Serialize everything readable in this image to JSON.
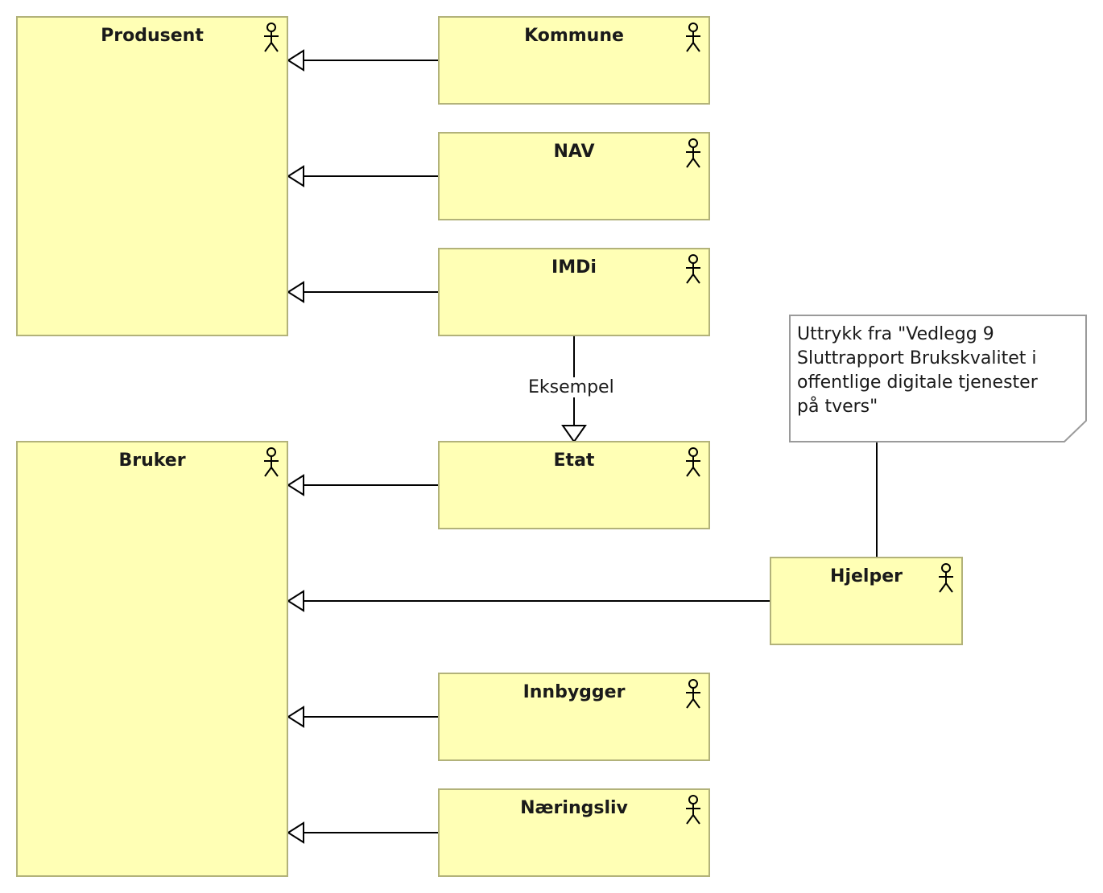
{
  "actors": [
    {
      "id": "produsent",
      "name": "Produsent"
    },
    {
      "id": "kommune",
      "name": "Kommune"
    },
    {
      "id": "nav",
      "name": "NAV"
    },
    {
      "id": "imdi",
      "name": "IMDi"
    },
    {
      "id": "bruker",
      "name": "Bruker"
    },
    {
      "id": "etat",
      "name": "Etat"
    },
    {
      "id": "hjelper",
      "name": "Hjelper"
    },
    {
      "id": "innbygger",
      "name": "Innbygger"
    },
    {
      "id": "naeringsliv",
      "name": "Næringsliv"
    }
  ],
  "relations": [
    {
      "type": "specialization",
      "from": "kommune",
      "to": "produsent",
      "label": ""
    },
    {
      "type": "specialization",
      "from": "nav",
      "to": "produsent",
      "label": ""
    },
    {
      "type": "specialization",
      "from": "imdi",
      "to": "produsent",
      "label": ""
    },
    {
      "type": "specialization",
      "from": "imdi",
      "to": "etat",
      "label": "Eksempel"
    },
    {
      "type": "specialization",
      "from": "etat",
      "to": "bruker",
      "label": ""
    },
    {
      "type": "specialization",
      "from": "hjelper",
      "to": "bruker",
      "label": ""
    },
    {
      "type": "specialization",
      "from": "innbygger",
      "to": "bruker",
      "label": ""
    },
    {
      "type": "specialization",
      "from": "naeringsliv",
      "to": "bruker",
      "label": ""
    },
    {
      "type": "note-link",
      "from": "note",
      "to": "hjelper",
      "label": ""
    }
  ],
  "note": {
    "text": "Uttrykk fra \"Vedlegg 9\nSluttrapport Brukskvalitet i\noffentlige digitale tjenester\npå tvers\""
  },
  "colors": {
    "actor_fill": "#ffffb5",
    "actor_border": "#b2b27a",
    "line": "#000000",
    "note_border": "#9a9a9a"
  },
  "icons": {
    "actor": "actor-stick-figure-icon"
  }
}
